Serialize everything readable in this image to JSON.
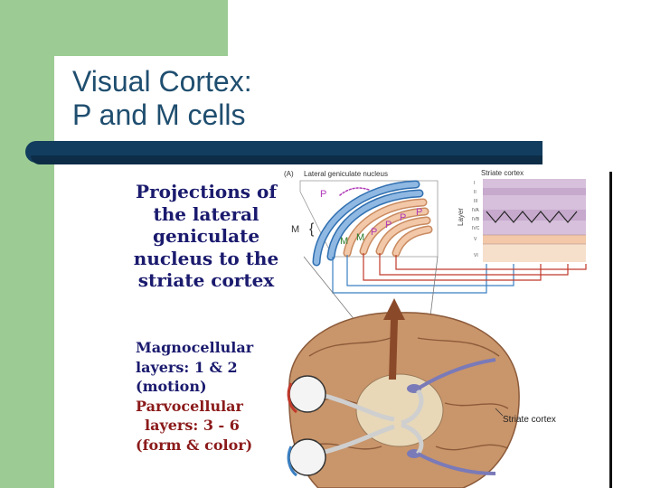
{
  "slide": {
    "title_line1": "Visual Cortex:",
    "title_line2": "P and M cells"
  },
  "figure": {
    "panel_label": "(A)",
    "lgn_label": "Lateral geniculate nucleus",
    "cortex_label": "Striate cortex",
    "layer_axis": "Layer",
    "layer_numerals": [
      "I",
      "II",
      "III",
      "IVA",
      "IVB",
      "IVC",
      "V",
      "VI"
    ],
    "lgn_letters": {
      "p_top": "P",
      "m_left": "M",
      "m1": "M",
      "m2": "M",
      "p1": "P",
      "p2": "P",
      "p3": "P",
      "p4": "P"
    },
    "callout": "Striate cortex",
    "projections_heading": [
      "Projections of",
      "the lateral",
      "geniculate",
      "nucleus to the",
      "striate cortex"
    ],
    "layers_text": {
      "magno_1": "Magnocellular",
      "magno_2": "layers: 1 & 2",
      "magno_3": "(motion)",
      "parvo_1": "Parvocellular",
      "parvo_2": "layers: 3 - 6",
      "parvo_3": "(form & color)"
    },
    "colors": {
      "title": "#1f4e6f",
      "green": "#9ccc94",
      "bar": "#123d5e",
      "heading": "#1a1a6e",
      "parvo": "#8b1a1a",
      "lgn_magenta": "#b03ab8"
    }
  }
}
